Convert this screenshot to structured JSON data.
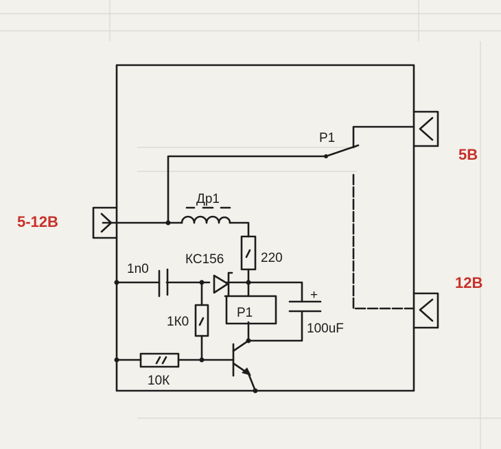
{
  "diagram": {
    "labels": {
      "input": "5-12В",
      "out_5v": "5В",
      "out_12v": "12В",
      "relay_switch": "P1",
      "relay_coil": "P1",
      "choke": "Др1",
      "zener": "КС156",
      "r_220": "220",
      "c_1n0": "1n0",
      "r_1k0": "1К0",
      "r_10k": "10К",
      "c_100uf": "100uF",
      "plus": "+"
    },
    "colors": {
      "ink": "#1c1c1c",
      "accent": "#c8302a",
      "paper": "#f2f1ec"
    }
  }
}
